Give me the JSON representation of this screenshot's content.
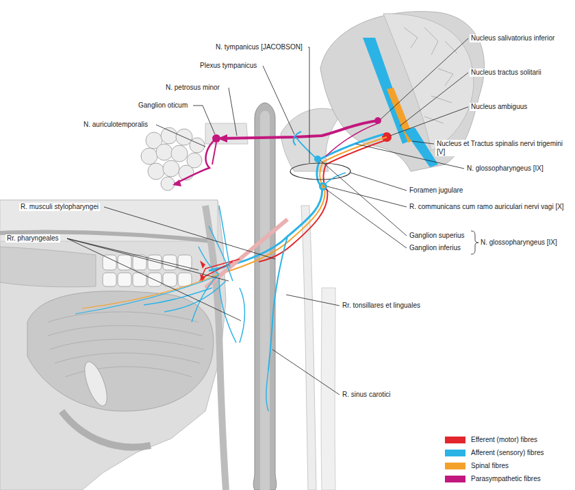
{
  "diagram": {
    "labels": [
      "N. tympanicus [JACOBSON]",
      "Plexus tympanicus",
      "N. petrosus minor",
      "Ganglion oticum",
      "N. auriculotemporalis",
      "Nucleus salivatorius inferior",
      "Nucleus tractus solitarii",
      "Nucleus ambiguus",
      "Nucleus et Tractus spinalis nervi trigemini [V]",
      "N. glossopharyngeus [IX]",
      "Foramen jugulare",
      "R. communicans cum ramo auriculari nervi vagi [X]",
      "Ganglion superius",
      "Ganglion inferius",
      "N. glossopharyngeus [IX]",
      "R. musculi stylopharyngei",
      "Rr. pharyngeales",
      "Rr. tonsillares et linguales",
      "R. sinus carotici"
    ],
    "legend": [
      {
        "text": "Efferent (motor) fibres",
        "color": "#e3262b"
      },
      {
        "text": "Afferent (sensory) fibres",
        "color": "#2bb3e6"
      },
      {
        "text": "Spinal fibres",
        "color": "#f4a12c"
      },
      {
        "text": "Parasympathetic fibres",
        "color": "#c2177e"
      }
    ]
  }
}
